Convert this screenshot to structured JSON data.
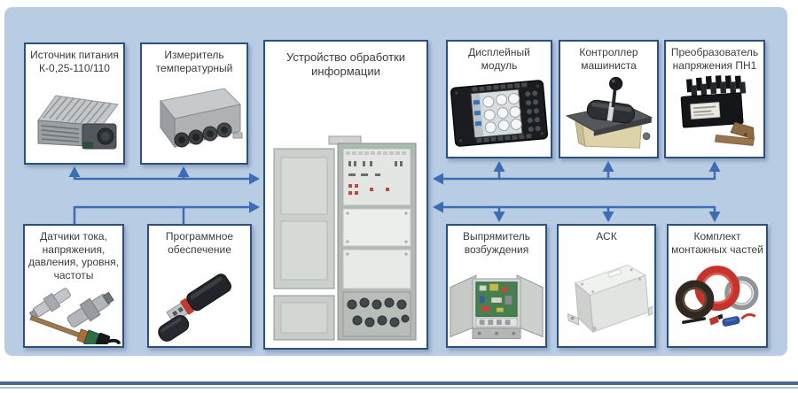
{
  "panel": {
    "background": "#b8cce4"
  },
  "colors": {
    "box_border": "#2a5181",
    "box_bg": "#ffffff",
    "arrow": "#3c6cb2",
    "text": "#3c3c3c",
    "footer_rule": "#4c6890",
    "footer_rule_light": "#a6c4e2"
  },
  "nodes": {
    "power_supply": {
      "label": "Источник питания К-0,25-110/110",
      "photo": "power-supply-photo"
    },
    "temp_meter": {
      "label": "Измеритель температурный",
      "photo": "temperature-meter-photo"
    },
    "processor": {
      "label": "Устройство обработки информации",
      "photo": "processing-cabinet-photo"
    },
    "display_module": {
      "label": "Дисплейный модуль",
      "photo": "display-module-photo"
    },
    "driver_controller": {
      "label": "Контроллер машиниста",
      "photo": "driver-controller-photo"
    },
    "voltage_converter": {
      "label": "Преобразователь напряжения ПН1",
      "photo": "voltage-converter-photo"
    },
    "sensors": {
      "label": "Датчики тока, напряжения, давления, уровня, частоты",
      "photo": "sensors-photo"
    },
    "software": {
      "label": "Программное обеспечение",
      "photo": "usb-flash-drive-photo"
    },
    "excitation_rectifier": {
      "label": "Выпрямитель возбуждения",
      "photo": "excitation-rectifier-photo"
    },
    "ask": {
      "label": "АСК",
      "photo": "ask-box-photo"
    },
    "mounting_kit": {
      "label": "Комплект монтажных частей",
      "photo": "mounting-kit-photo"
    }
  }
}
